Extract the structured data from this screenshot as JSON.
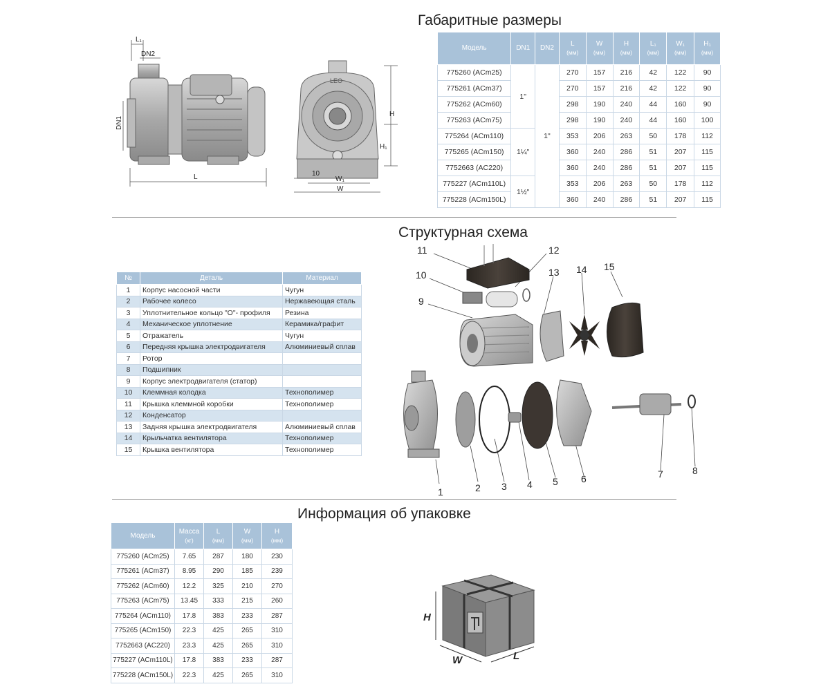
{
  "titles": {
    "dimensions": "Габаритные размеры",
    "structure": "Структурная схема",
    "packaging": "Информация об упаковке"
  },
  "drawing_labels": {
    "l1": "L₁",
    "dn2": "DN2",
    "dn1": "DN1",
    "l": "L",
    "h": "H",
    "h1": "H₁",
    "ten": "10",
    "w1": "W₁",
    "w": "W",
    "brand": "LEO"
  },
  "dimensions_table": {
    "headers": {
      "model": "Модель",
      "dn1": "DN1",
      "dn2": "DN2",
      "l": "L",
      "w": "W",
      "h": "H",
      "l1": "L₁",
      "w1": "W₁",
      "h1": "H₁",
      "unit": "(мм)"
    },
    "dn1_groups": [
      "1\"",
      "1¼\"",
      "1½\""
    ],
    "dn2_value": "1\"",
    "rows": [
      [
        "775260 (ACm25)",
        "270",
        "157",
        "216",
        "42",
        "122",
        "90"
      ],
      [
        "775261 (ACm37)",
        "270",
        "157",
        "216",
        "42",
        "122",
        "90"
      ],
      [
        "775262 (ACm60)",
        "298",
        "190",
        "240",
        "44",
        "160",
        "90"
      ],
      [
        "775263 (ACm75)",
        "298",
        "190",
        "240",
        "44",
        "160",
        "100"
      ],
      [
        "775264 (ACm110)",
        "353",
        "206",
        "263",
        "50",
        "178",
        "112"
      ],
      [
        "775265 (ACm150)",
        "360",
        "240",
        "286",
        "51",
        "207",
        "115"
      ],
      [
        "7752663 (AC220)",
        "360",
        "240",
        "286",
        "51",
        "207",
        "115"
      ],
      [
        "775227 (ACm110L)",
        "353",
        "206",
        "263",
        "50",
        "178",
        "112"
      ],
      [
        "775228 (ACm150L)",
        "360",
        "240",
        "286",
        "51",
        "207",
        "115"
      ]
    ]
  },
  "parts_table": {
    "headers": {
      "num": "№",
      "part": "Деталь",
      "material": "Материал"
    },
    "rows": [
      [
        "1",
        "Корпус насосной части",
        "Чугун"
      ],
      [
        "2",
        "Рабочее колесо",
        "Нержавеющая сталь"
      ],
      [
        "3",
        "Уплотнительное кольцо \"O\"- профиля",
        "Резина"
      ],
      [
        "4",
        "Механическое уплотнение",
        "Керамика/графит"
      ],
      [
        "5",
        "Отражатель",
        "Чугун"
      ],
      [
        "6",
        "Передняя крышка электродвигателя",
        "Алюминиевый сплав"
      ],
      [
        "7",
        "Ротор",
        ""
      ],
      [
        "8",
        "Подшипник",
        ""
      ],
      [
        "9",
        "Корпус электродвигателя (статор)",
        ""
      ],
      [
        "10",
        "Клеммная колодка",
        "Технополимер"
      ],
      [
        "11",
        "Крышка клеммной коробки",
        "Технополимер"
      ],
      [
        "12",
        "Конденсатор",
        ""
      ],
      [
        "13",
        "Задняя крышка электродвигателя",
        "Алюминиевый сплав"
      ],
      [
        "14",
        "Крыльчатка вентилятора",
        "Технополимер"
      ],
      [
        "15",
        "Крышка вентилятора",
        "Технополимер"
      ]
    ]
  },
  "exploded_labels": [
    "1",
    "2",
    "3",
    "4",
    "5",
    "6",
    "7",
    "8",
    "9",
    "10",
    "11",
    "12",
    "13",
    "14",
    "15"
  ],
  "packaging_table": {
    "headers": {
      "model": "Модель",
      "mass": "Масса",
      "mass_unit": "(кг)",
      "l": "L",
      "w": "W",
      "h": "H",
      "unit": "(мм)"
    },
    "rows": [
      [
        "775260 (ACm25)",
        "7.65",
        "287",
        "180",
        "230"
      ],
      [
        "775261 (ACm37)",
        "8.95",
        "290",
        "185",
        "239"
      ],
      [
        "775262 (ACm60)",
        "12.2",
        "325",
        "210",
        "270"
      ],
      [
        "775263 (ACm75)",
        "13.45",
        "333",
        "215",
        "260"
      ],
      [
        "775264 (ACm110)",
        "17.8",
        "383",
        "233",
        "287"
      ],
      [
        "775265 (ACm150)",
        "22.3",
        "425",
        "265",
        "310"
      ],
      [
        "7752663 (AC220)",
        "23.3",
        "425",
        "265",
        "310"
      ],
      [
        "775227 (ACm110L)",
        "17.8",
        "383",
        "233",
        "287"
      ],
      [
        "775228 (ACm150L)",
        "22.3",
        "425",
        "265",
        "310"
      ]
    ]
  },
  "box_labels": {
    "h": "H",
    "w": "W",
    "l": "L"
  },
  "colors": {
    "header_blue": "#a9c2d9",
    "stripe_blue": "#d5e3ef",
    "metal": "#9a9a9a",
    "dark_part": "#3c3631"
  }
}
